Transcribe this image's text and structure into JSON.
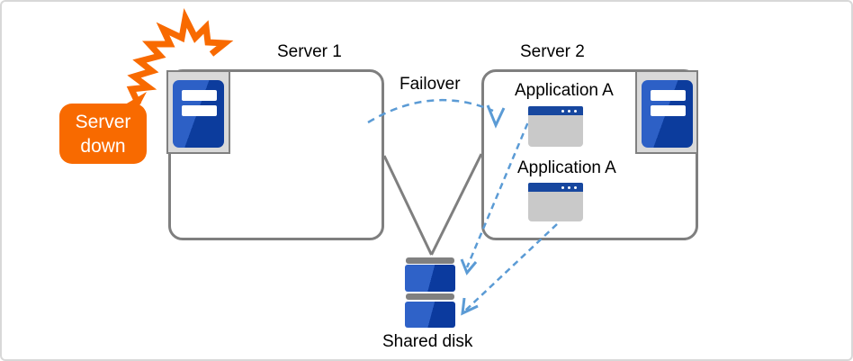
{
  "labels": {
    "server1": "Server 1",
    "server2": "Server 2",
    "failover": "Failover",
    "server_down_line1": "Server",
    "server_down_line2": "down",
    "app1": "Application A",
    "app2": "Application A",
    "shared_disk": "Shared disk"
  },
  "colors": {
    "burst_orange": "#f86a00",
    "line_gray": "#7f7f7f",
    "dash_blue": "#5b9bd5",
    "icon_blue_light": "#2d60c6",
    "icon_blue_dark": "#0c3c9d",
    "panel_gray": "#d9d9d9",
    "window_body_gray": "#c9c9c9",
    "titlebar_blue": "#17479f"
  }
}
